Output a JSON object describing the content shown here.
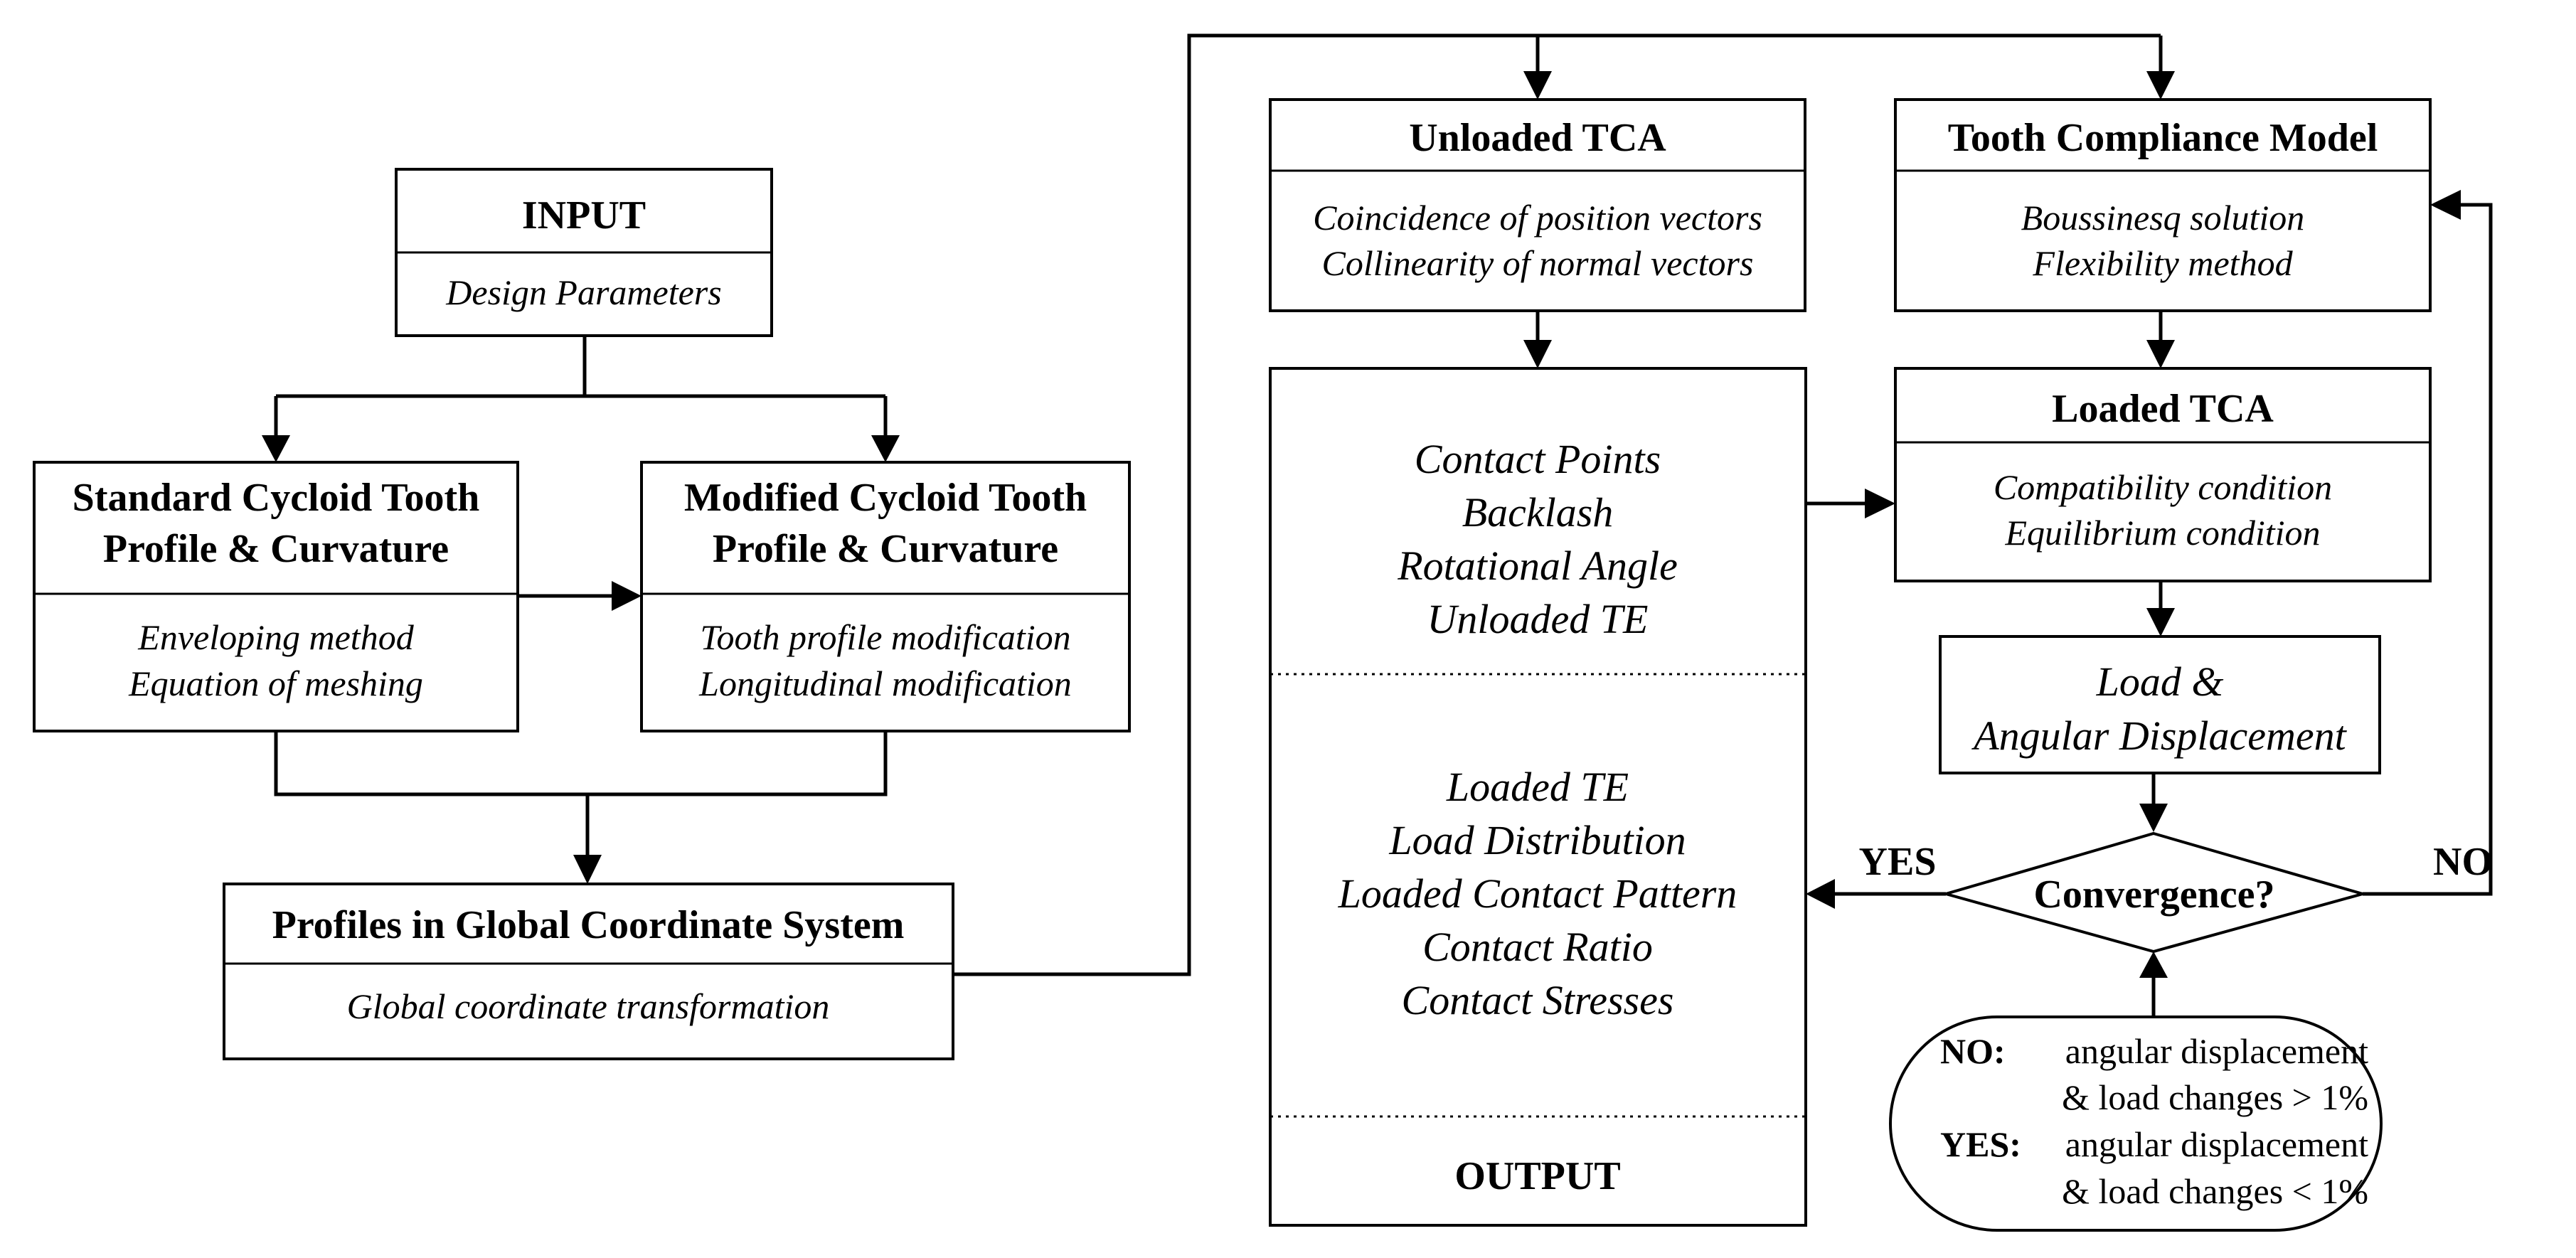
{
  "input": {
    "title": "INPUT",
    "sub": "Design Parameters"
  },
  "standard": {
    "title1": "Standard Cycloid Tooth",
    "title2": "Profile & Curvature",
    "line1": "Enveloping method",
    "line2": "Equation of meshing"
  },
  "modified": {
    "title1": "Modified Cycloid Tooth",
    "title2": "Profile & Curvature",
    "line1": "Tooth profile modification",
    "line2": "Longitudinal modification"
  },
  "global": {
    "title": "Profiles in Global Coordinate System",
    "sub": "Global coordinate transformation"
  },
  "unloaded": {
    "title": "Unloaded TCA",
    "line1": "Coincidence of position vectors",
    "line2": "Collinearity of normal vectors"
  },
  "compliance": {
    "title": "Tooth Compliance Model",
    "line1": "Boussinesq solution",
    "line2": "Flexibility method"
  },
  "results": {
    "top": [
      "Contact Points",
      "Backlash",
      "Rotational Angle",
      "Unloaded TE"
    ],
    "mid": [
      "Loaded TE",
      "Load Distribution",
      "Loaded Contact Pattern",
      "Contact Ratio",
      "Contact Stresses"
    ],
    "output": "OUTPUT"
  },
  "loaded": {
    "title": "Loaded TCA",
    "line1": "Compatibility condition",
    "line2": "Equilibrium condition"
  },
  "load_disp": {
    "line1": "Load &",
    "line2": "Angular Displacement"
  },
  "convergence": {
    "label": "Convergence?",
    "yes": "YES",
    "no": "NO"
  },
  "criteria": {
    "no_key": "NO:",
    "no_line1": "angular displacement",
    "no_line2": "& load changes > 1%",
    "yes_key": "YES:",
    "yes_line1": "angular displacement",
    "yes_line2": "& load changes < 1%"
  }
}
